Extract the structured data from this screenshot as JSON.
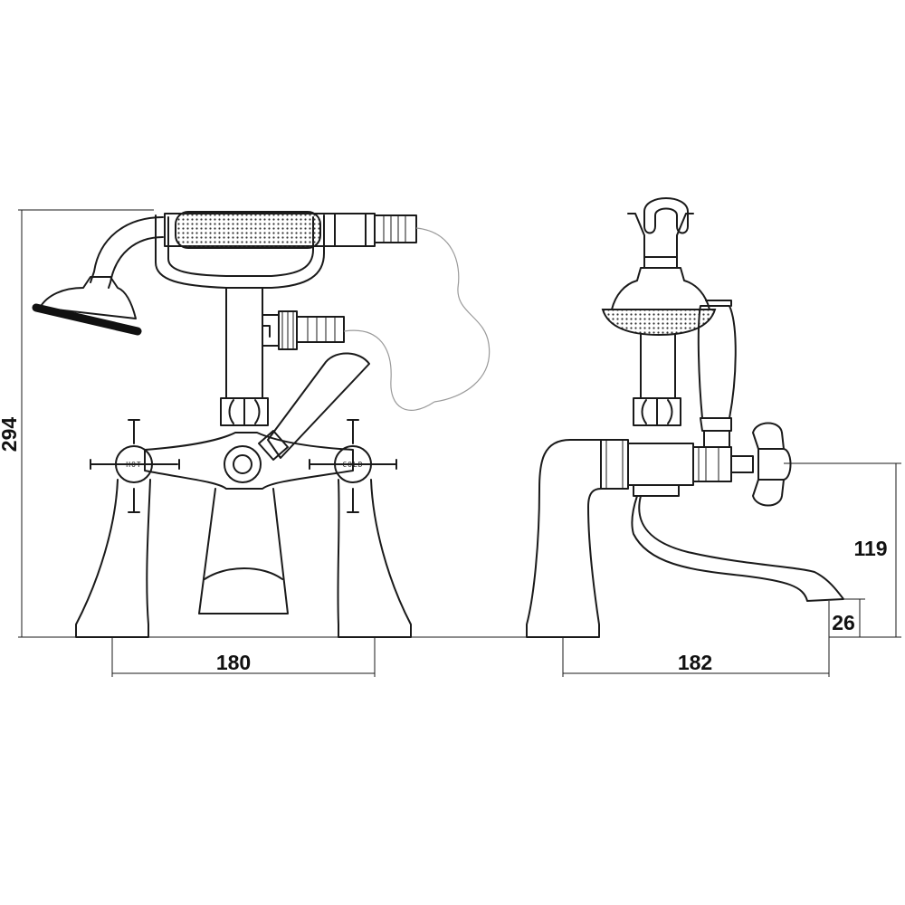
{
  "dimensions": {
    "total_height": "294",
    "front_width": "180",
    "side_depth": "182",
    "spout_height": "119",
    "spout_tip": "26"
  },
  "valve_labels": {
    "hot": "HOT",
    "cold": "COLD"
  }
}
